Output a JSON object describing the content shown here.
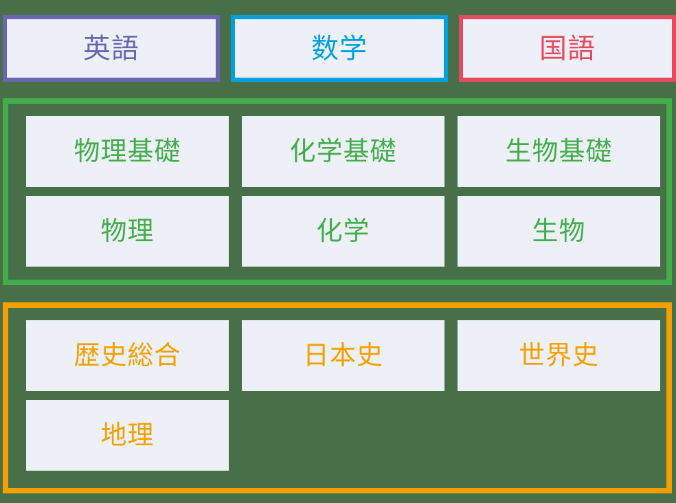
{
  "theme": {
    "page_background": "#477049",
    "button_fill": "#EDF1F7"
  },
  "top_row": {
    "cards": [
      {
        "label": "英語",
        "color": "#6B66B0"
      },
      {
        "label": "数学",
        "color": "#00A0E0"
      },
      {
        "label": "国語",
        "color": "#E8495F"
      }
    ]
  },
  "science_group": {
    "color": "#42AD49",
    "rows": [
      [
        {
          "label": "物理基礎"
        },
        {
          "label": "化学基礎"
        },
        {
          "label": "生物基礎"
        }
      ],
      [
        {
          "label": "物理"
        },
        {
          "label": "化学"
        },
        {
          "label": "生物"
        }
      ]
    ]
  },
  "social_group": {
    "color": "#F5A000",
    "rows": [
      [
        {
          "label": "歴史総合"
        },
        {
          "label": "日本史"
        },
        {
          "label": "世界史"
        }
      ],
      [
        {
          "label": "地理"
        },
        {
          "label": ""
        },
        {
          "label": ""
        }
      ]
    ]
  }
}
